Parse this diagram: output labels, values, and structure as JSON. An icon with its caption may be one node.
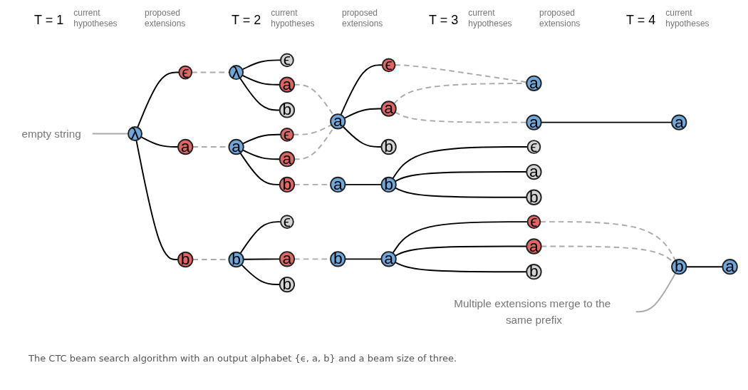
{
  "diagram": {
    "caption": "The CTC beam search algorithm with an output alphabet {ϵ, a, b} and a beam size of three.",
    "nodes": [
      {
        "text": [
          "λ"
        ]
      },
      {
        "text": [
          "ϵ"
        ]
      },
      {
        "text": [
          "a"
        ]
      },
      {
        "text": [
          "b"
        ]
      },
      {
        "text": [
          "empty string"
        ]
      },
      {
        "text": [
          "λ"
        ]
      },
      {
        "text": [
          "ϵ"
        ]
      },
      {
        "text": [
          "a"
        ]
      },
      {
        "text": [
          "b"
        ]
      },
      {
        "text": [
          "a"
        ]
      },
      {
        "text": [
          "ϵ"
        ]
      },
      {
        "text": [
          "a"
        ]
      },
      {
        "text": [
          "b"
        ]
      },
      {
        "text": [
          "b"
        ]
      },
      {
        "text": [
          "ϵ"
        ]
      },
      {
        "text": [
          "a"
        ]
      },
      {
        "text": [
          "b"
        ]
      },
      {
        "text": [
          "a"
        ]
      },
      {
        "text": [
          "ϵ"
        ]
      },
      {
        "text": [
          "a"
        ]
      },
      {
        "text": [
          "b"
        ]
      },
      {
        "text": [
          "a"
        ]
      },
      {
        "text": [
          "b"
        ]
      },
      {
        "text": [
          "ϵ"
        ]
      },
      {
        "text": [
          "a"
        ]
      },
      {
        "text": [
          "b"
        ]
      },
      {
        "text": [
          "b"
        ]
      },
      {
        "text": [
          "a"
        ]
      },
      {
        "text": [
          "ϵ"
        ]
      },
      {
        "text": [
          "a"
        ]
      },
      {
        "text": [
          "b"
        ]
      },
      {
        "text": [
          "a"
        ]
      },
      {
        "text": [
          "a"
        ]
      },
      {
        "text": [
          "a"
        ]
      },
      {
        "text": [
          "b"
        ]
      },
      {
        "text": [
          "a"
        ]
      },
      {
        "text": [
          "Multiple extensions merge to the same prefix"
        ]
      }
    ],
    "edges": [
      {
        "from": 0,
        "to": 1,
        "arrow": "none"
      },
      {
        "from": 0,
        "to": 2,
        "arrow": "none"
      },
      {
        "from": 0,
        "to": 3,
        "arrow": "none"
      },
      {
        "from": 4,
        "to": 0,
        "arrow": "none",
        "color": "#aaaaaa"
      },
      {
        "from": 1,
        "to": 5,
        "arrow": "none",
        "style": "dashed",
        "color": "#aaaaaa"
      },
      {
        "from": 2,
        "to": 9,
        "arrow": "none",
        "style": "dashed",
        "color": "#aaaaaa"
      },
      {
        "from": 3,
        "to": 13,
        "arrow": "none",
        "style": "dashed",
        "color": "#aaaaaa"
      },
      {
        "from": 5,
        "to": 6,
        "arrow": "none"
      },
      {
        "from": 5,
        "to": 7,
        "arrow": "none"
      },
      {
        "from": 5,
        "to": 8,
        "arrow": "none"
      },
      {
        "from": 9,
        "to": 10,
        "arrow": "none"
      },
      {
        "from": 9,
        "to": 11,
        "arrow": "none"
      },
      {
        "from": 9,
        "to": 12,
        "arrow": "none"
      },
      {
        "from": 13,
        "to": 14,
        "arrow": "none"
      },
      {
        "from": 13,
        "to": 15,
        "arrow": "none"
      },
      {
        "from": 13,
        "to": 16,
        "arrow": "none"
      },
      {
        "from": 7,
        "to": 17,
        "arrow": "none",
        "style": "dashed",
        "color": "#aaaaaa"
      },
      {
        "from": 10,
        "to": 17,
        "arrow": "none",
        "style": "dashed",
        "color": "#aaaaaa"
      },
      {
        "from": 11,
        "to": 17,
        "arrow": "none",
        "style": "dashed",
        "color": "#aaaaaa"
      },
      {
        "from": 12,
        "to": 21,
        "arrow": "none",
        "style": "dashed",
        "color": "#aaaaaa"
      },
      {
        "from": 15,
        "to": 26,
        "arrow": "none",
        "style": "dashed",
        "color": "#aaaaaa"
      },
      {
        "from": 17,
        "to": 18,
        "arrow": "none"
      },
      {
        "from": 17,
        "to": 19,
        "arrow": "none"
      },
      {
        "from": 17,
        "to": 20,
        "arrow": "none"
      },
      {
        "from": 21,
        "to": 22,
        "arrow": "none"
      },
      {
        "from": 22,
        "to": 23,
        "arrow": "none"
      },
      {
        "from": 22,
        "to": 24,
        "arrow": "none"
      },
      {
        "from": 22,
        "to": 25,
        "arrow": "none"
      },
      {
        "from": 26,
        "to": 27,
        "arrow": "none"
      },
      {
        "from": 27,
        "to": 28,
        "arrow": "none"
      },
      {
        "from": 27,
        "to": 29,
        "arrow": "none"
      },
      {
        "from": 27,
        "to": 30,
        "arrow": "none"
      },
      {
        "from": 18,
        "to": 31,
        "arrow": "none",
        "style": "dashed",
        "color": "#aaaaaa"
      },
      {
        "from": 19,
        "to": 31,
        "arrow": "none",
        "style": "dashed",
        "color": "#aaaaaa"
      },
      {
        "from": 19,
        "to": 32,
        "arrow": "none",
        "style": "dashed",
        "color": "#aaaaaa"
      },
      {
        "from": 28,
        "to": 34,
        "arrow": "none",
        "style": "dashed",
        "color": "#aaaaaa"
      },
      {
        "from": 29,
        "to": 34,
        "arrow": "none",
        "style": "dashed",
        "color": "#aaaaaa"
      },
      {
        "from": 32,
        "to": 33,
        "arrow": "none"
      },
      {
        "from": 34,
        "to": 35,
        "arrow": "none"
      },
      {
        "from": 36,
        "to": 34,
        "arrow": "none",
        "color": "#aaaaaa"
      }
    ],
    "labels": [
      "T = 1",
      "current hypotheses",
      "proposed extensions",
      "T = 2",
      "current hypotheses",
      "proposed extensions",
      "T = 3",
      "current hypotheses",
      "proposed extensions",
      "T = 4",
      "current hypotheses"
    ]
  }
}
